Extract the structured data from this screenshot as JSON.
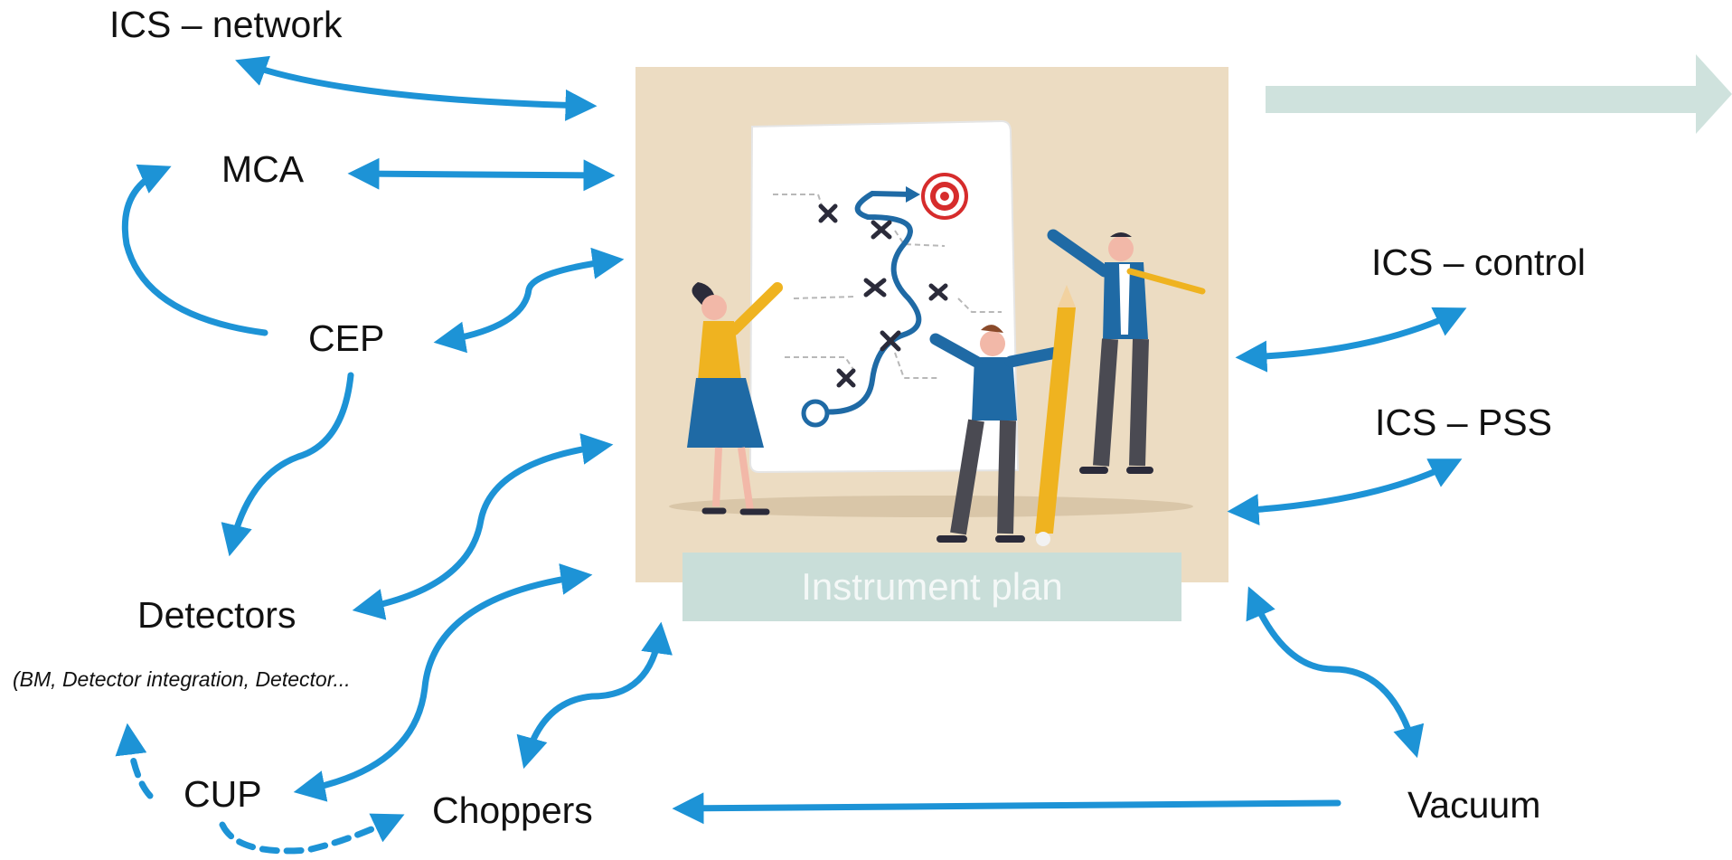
{
  "diagram": {
    "nodes": {
      "ics_network": "ICS – network",
      "mca": "MCA",
      "cep": "CEP",
      "detectors": "Detectors",
      "detectors_note": "(BM, Detector integration, Detector...",
      "cup": "CUP",
      "choppers": "Choppers",
      "ics_control": "ICS – control",
      "ics_pss": "ICS – PSS",
      "vacuum": "Vacuum"
    },
    "center": {
      "caption": "Instrument plan",
      "illustration": "planning-team-illustration"
    },
    "colors": {
      "arrow": "#1d93d6",
      "panel_background": "#ecdcc2",
      "caption_background": "#c9ded9",
      "caption_text": "#f4f8f7",
      "big_arrow": "#cfe2dd"
    }
  }
}
